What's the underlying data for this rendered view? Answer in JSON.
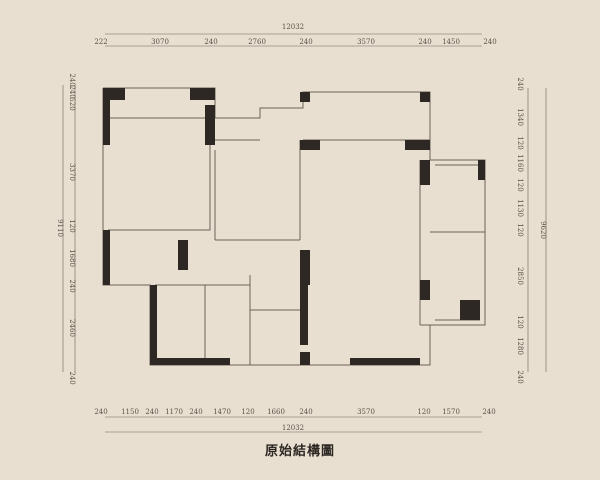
{
  "title": "原始結構圖",
  "colors": {
    "background": "#e9dfd0",
    "wall": "#2e2824",
    "line": "#6b6058"
  },
  "dimensions": {
    "top_total": "12032",
    "top": [
      "222",
      "3070",
      "240",
      "2760",
      "240",
      "3570",
      "240",
      "1450",
      "240"
    ],
    "bottom_total": "12032",
    "bottom": [
      "240",
      "1150",
      "240",
      "1170",
      "240",
      "1470",
      "120",
      "1660",
      "240",
      "3570",
      "120",
      "1570",
      "240"
    ],
    "left_total": "9110",
    "left": [
      "240",
      "240",
      "520",
      "3370",
      "120",
      "1680",
      "240",
      "2460",
      "240"
    ],
    "right_total": "9620",
    "right": [
      "240",
      "1340",
      "120",
      "1160",
      "120",
      "1130",
      "120",
      "2850",
      "120",
      "1280",
      "240"
    ]
  }
}
